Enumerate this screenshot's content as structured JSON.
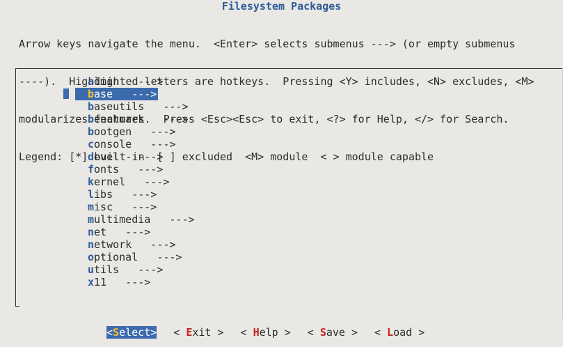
{
  "title": "Filesystem Packages",
  "help_lines": [
    "Arrow keys navigate the menu.  <Enter> selects submenus ---> (or empty submenus",
    "----).  Highlighted letters are hotkeys.  Pressing <Y> includes, <N> excludes, <M>",
    "modularizes features.  Press <Esc><Esc> to exit, <?> for Help, </> for Search.",
    "Legend: [*] built-in  [ ] excluded  <M> module  < > module capable"
  ],
  "menu": [
    {
      "hotkey": "a",
      "rest": "dmin",
      "arrow": "   --->"
    },
    {
      "hotkey": "b",
      "rest": "ase",
      "arrow": "   --->",
      "selected": true
    },
    {
      "hotkey": "b",
      "rest": "aseutils",
      "arrow": "   --->"
    },
    {
      "hotkey": "b",
      "rest": "enchmark",
      "arrow": "   --->"
    },
    {
      "hotkey": "b",
      "rest": "ootgen",
      "arrow": "   --->"
    },
    {
      "hotkey": "c",
      "rest": "onsole",
      "arrow": "   --->"
    },
    {
      "hotkey": "d",
      "rest": "evel",
      "arrow": "   --->"
    },
    {
      "hotkey": "f",
      "rest": "onts",
      "arrow": "   --->"
    },
    {
      "hotkey": "k",
      "rest": "ernel",
      "arrow": "   --->"
    },
    {
      "hotkey": "l",
      "rest": "ibs",
      "arrow": "   --->"
    },
    {
      "hotkey": "m",
      "rest": "isc",
      "arrow": "   --->"
    },
    {
      "hotkey": "m",
      "rest": "ultimedia",
      "arrow": "   --->"
    },
    {
      "hotkey": "n",
      "rest": "et",
      "arrow": "   --->"
    },
    {
      "hotkey": "n",
      "rest": "etwork",
      "arrow": "   --->"
    },
    {
      "hotkey": "o",
      "rest": "ptional",
      "arrow": "   --->"
    },
    {
      "hotkey": "u",
      "rest": "tils",
      "arrow": "   --->"
    },
    {
      "hotkey": "x",
      "rest": "11",
      "arrow": "   --->"
    }
  ],
  "buttons": [
    {
      "pre": "<",
      "hotkey": "S",
      "post": "elect>",
      "active": true
    },
    {
      "pre": "< ",
      "hotkey": "E",
      "post": "xit >",
      "active": false
    },
    {
      "pre": "< ",
      "hotkey": "H",
      "post": "elp >",
      "active": false
    },
    {
      "pre": "< ",
      "hotkey": "S",
      "post": "ave >",
      "active": false
    },
    {
      "pre": "< ",
      "hotkey": "L",
      "post": "oad >",
      "active": false
    }
  ],
  "colors": {
    "accent": "#3b6aad",
    "hotkey_menu": "#2e5c9a",
    "hotkey_button": "#c62020",
    "hotkey_selected": "#f2c230",
    "background": "#e9e8e4"
  }
}
